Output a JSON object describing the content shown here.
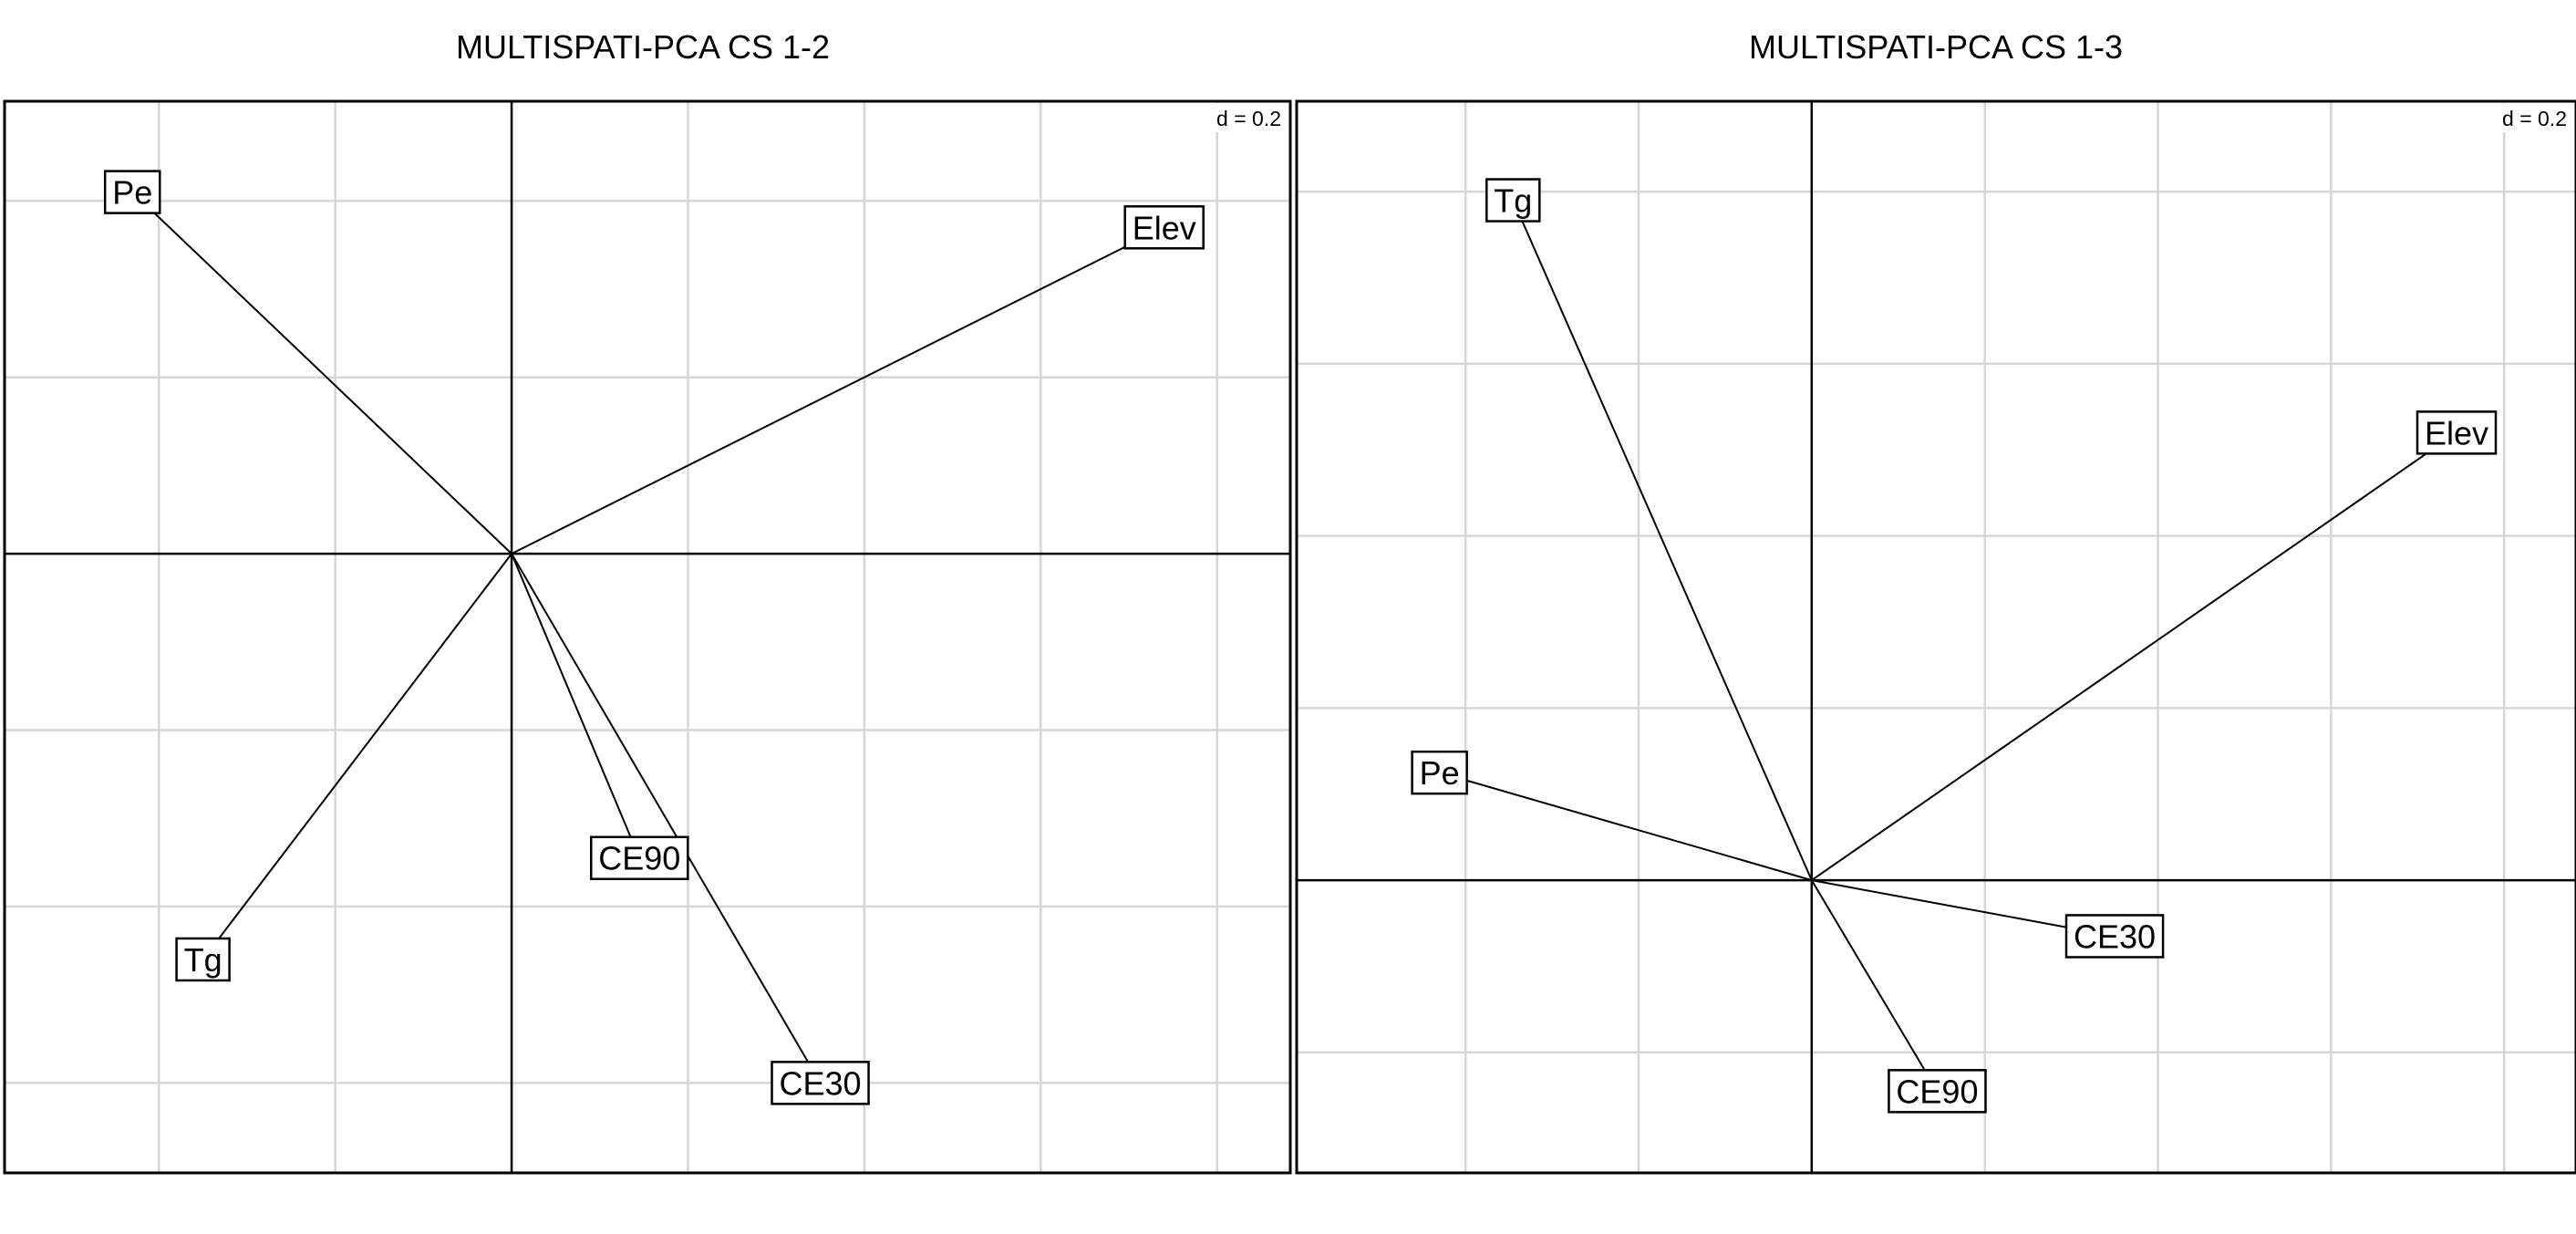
{
  "chart_data": [
    {
      "type": "scatter",
      "title": "MULTISPATI-PCA CS 1-2",
      "scale_label": "d = 0.2",
      "grid": true,
      "xlim": [
        -0.575,
        0.883
      ],
      "ylim": [
        -0.702,
        0.513
      ],
      "grid_step": 0.2,
      "series": [
        {
          "label": "Pe",
          "x": -0.43,
          "y": 0.41
        },
        {
          "label": "Elev",
          "x": 0.74,
          "y": 0.37
        },
        {
          "label": "Tg",
          "x": -0.35,
          "y": -0.46
        },
        {
          "label": "CE90",
          "x": 0.145,
          "y": -0.345
        },
        {
          "label": "CE30",
          "x": 0.35,
          "y": -0.6
        }
      ]
    },
    {
      "type": "scatter",
      "title": "MULTISPATI-PCA CS 1-3",
      "scale_label": "d = 0.2",
      "grid": true,
      "xlim": [
        -0.595,
        0.883
      ],
      "ylim": [
        -0.34,
        0.905
      ],
      "grid_step": 0.2,
      "series": [
        {
          "label": "Tg",
          "x": -0.345,
          "y": 0.79
        },
        {
          "label": "Elev",
          "x": 0.745,
          "y": 0.52
        },
        {
          "label": "Pe",
          "x": -0.43,
          "y": 0.125
        },
        {
          "label": "CE30",
          "x": 0.35,
          "y": -0.065
        },
        {
          "label": "CE90",
          "x": 0.145,
          "y": -0.245
        }
      ]
    }
  ]
}
